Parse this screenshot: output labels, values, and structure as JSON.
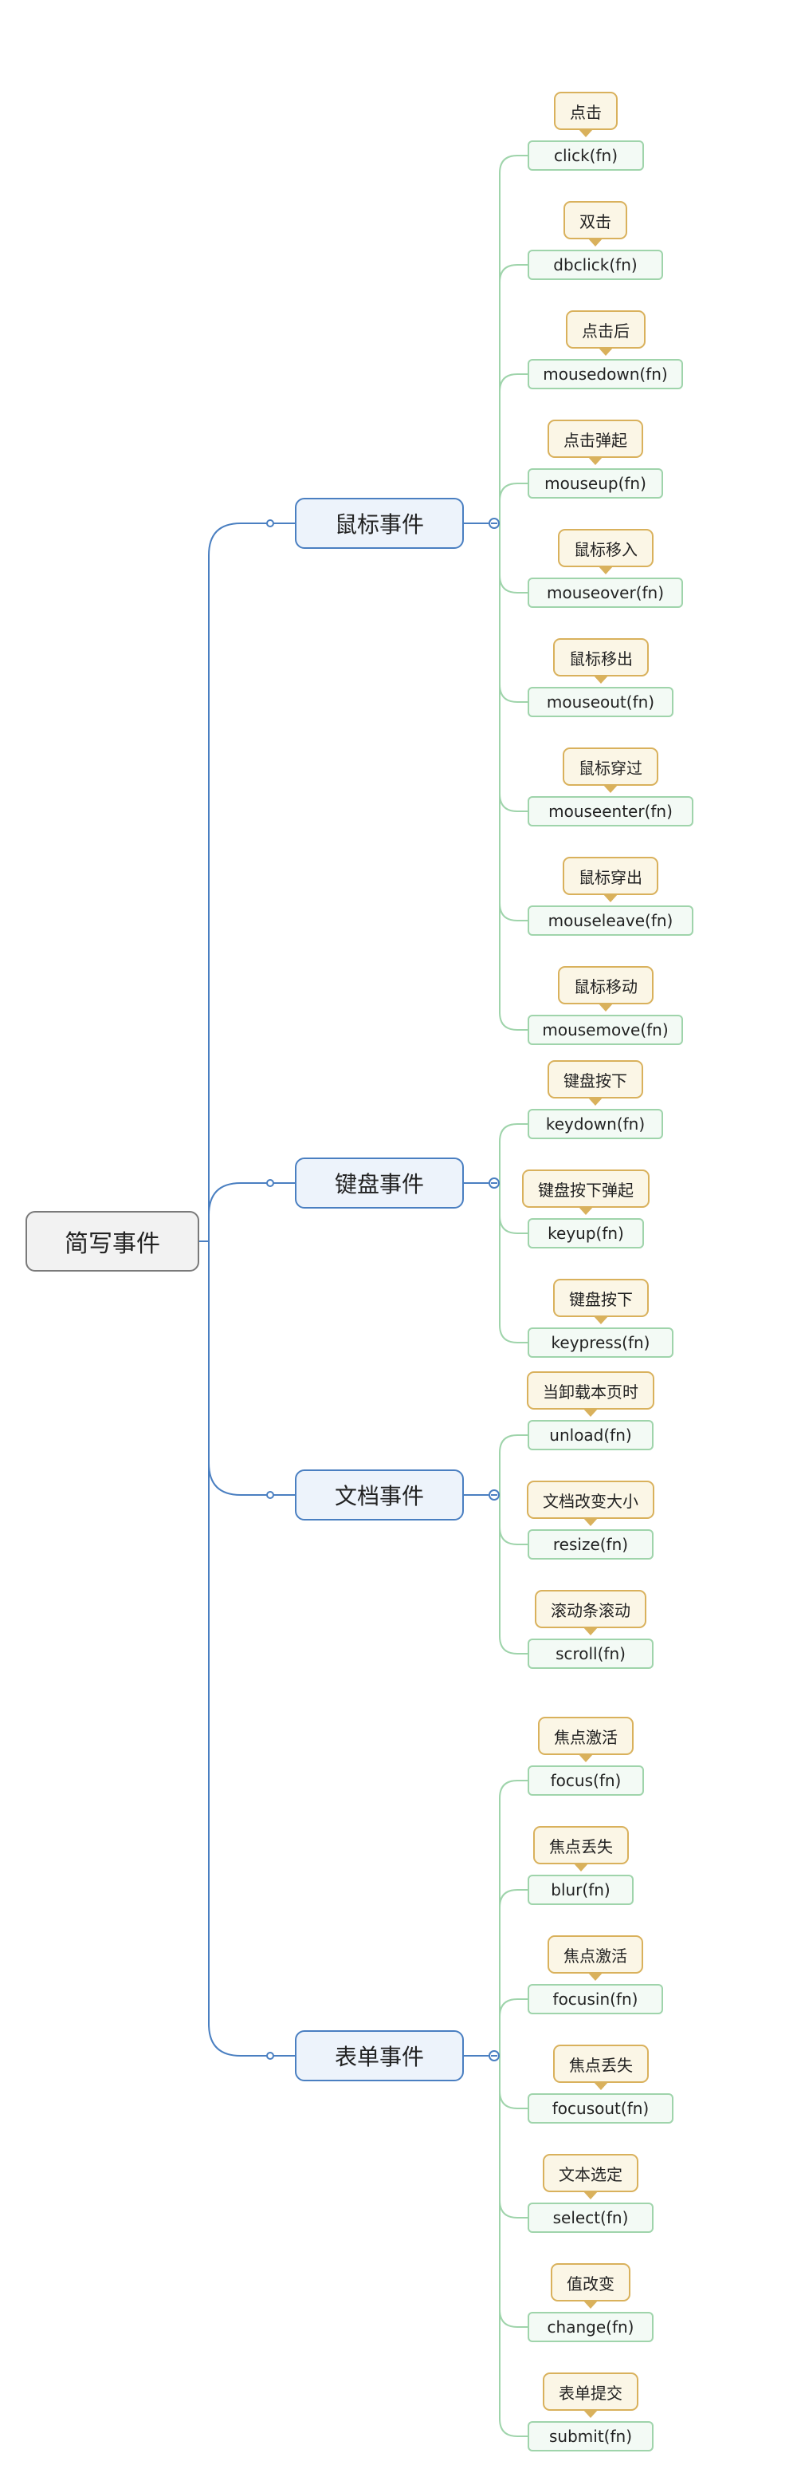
{
  "root": "简写事件",
  "colors": {
    "branch_line": "#4a7fc1",
    "leaf_line": "#9fd4ab",
    "note_border": "#d9b15c",
    "root_border": "#7a7a7a"
  },
  "branches": [
    {
      "label": "鼠标事件",
      "leaves": [
        {
          "name": "click(fn)",
          "note": "点击"
        },
        {
          "name": "dbclick(fn)",
          "note": "双击"
        },
        {
          "name": "mousedown(fn)",
          "note": "点击后"
        },
        {
          "name": "mouseup(fn)",
          "note": "点击弹起"
        },
        {
          "name": "mouseover(fn)",
          "note": "鼠标移入"
        },
        {
          "name": "mouseout(fn)",
          "note": "鼠标移出"
        },
        {
          "name": "mouseenter(fn)",
          "note": "鼠标穿过"
        },
        {
          "name": "mouseleave(fn)",
          "note": "鼠标穿出"
        },
        {
          "name": "mousemove(fn)",
          "note": "鼠标移动"
        }
      ]
    },
    {
      "label": "键盘事件",
      "leaves": [
        {
          "name": "keydown(fn)",
          "note": "键盘按下"
        },
        {
          "name": "keyup(fn)",
          "note": "键盘按下弹起"
        },
        {
          "name": "keypress(fn)",
          "note": "键盘按下"
        }
      ]
    },
    {
      "label": "文档事件",
      "leaves": [
        {
          "name": "unload(fn)",
          "note": "当卸载本页时"
        },
        {
          "name": "resize(fn)",
          "note": "文档改变大小"
        },
        {
          "name": "scroll(fn)",
          "note": "滚动条滚动"
        }
      ]
    },
    {
      "label": "表单事件",
      "leaves": [
        {
          "name": "focus(fn)",
          "note": "焦点激活"
        },
        {
          "name": "blur(fn)",
          "note": "焦点丢失"
        },
        {
          "name": "focusin(fn)",
          "note": "焦点激活"
        },
        {
          "name": "focusout(fn)",
          "note": "焦点丢失"
        },
        {
          "name": "select(fn)",
          "note": "文本选定"
        },
        {
          "name": "change(fn)",
          "note": "值改变"
        },
        {
          "name": "submit(fn)",
          "note": "表单提交"
        }
      ]
    }
  ]
}
